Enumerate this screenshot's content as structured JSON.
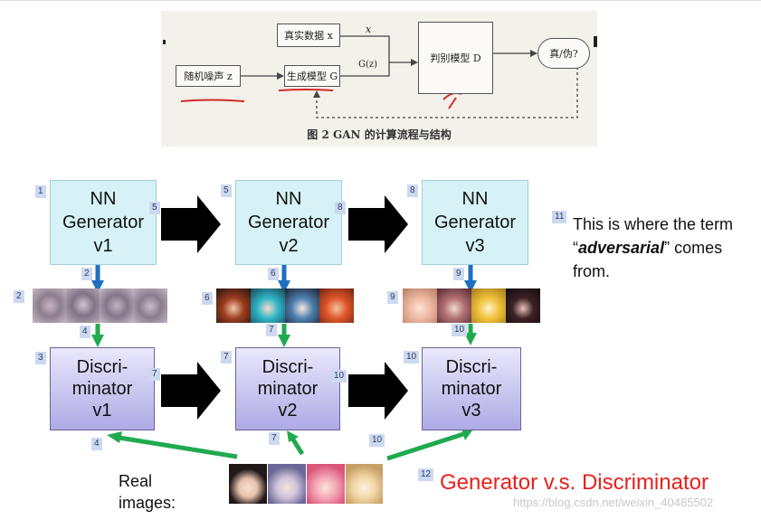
{
  "figure": {
    "real_data": "真实数据 x",
    "x_label": "x",
    "noise": "随机噪声 z",
    "generator": "生成模型 G",
    "gz": "G(z)",
    "discriminator": "判别模型 D",
    "output": "真/伪?",
    "caption": "图 2   GAN 的计算流程与结构"
  },
  "generators": [
    {
      "line1": "NN",
      "line2": "Generator",
      "line3": "v1"
    },
    {
      "line1": "NN",
      "line2": "Generator",
      "line3": "v2"
    },
    {
      "line1": "NN",
      "line2": "Generator",
      "line3": "v3"
    }
  ],
  "discriminators": [
    {
      "line1": "Discri-",
      "line2": "minator",
      "line3": "v1"
    },
    {
      "line1": "Discri-",
      "line2": "minator",
      "line3": "v2"
    },
    {
      "line1": "Discri-",
      "line2": "minator",
      "line3": "v3"
    }
  ],
  "step_numbers": {
    "g1": "1",
    "g1_right": "5",
    "g2": "5",
    "g2_right": "8",
    "g3": "8",
    "arrow_g1": "2",
    "imgs1": "2",
    "arrow_imgs1": "4",
    "arrow_g2": "6",
    "imgs2": "6",
    "arrow_imgs2": "7",
    "arrow_g3": "9",
    "imgs3": "9",
    "arrow_imgs3": "10",
    "d1": "3",
    "d1_right": "7",
    "d2": "7",
    "d2_right": "10",
    "d3": "10",
    "real_to_d1": "4",
    "real_to_d2": "7",
    "real_to_d3": "10",
    "note": "11",
    "title": "12"
  },
  "note": {
    "prefix": "This is where the term “",
    "bold": "adversarial",
    "suffix": "” comes from."
  },
  "real_images": {
    "line1": "Real",
    "line2": "images:"
  },
  "title": "Generator v.s. Discriminator",
  "watermark": "https://blog.csdn.net/weixin_40485502",
  "colors": {
    "generator_fill": "#d6f2f6",
    "discriminator_fill": "#aeaae6",
    "blue_arrow": "#1f6fc0",
    "green_arrow": "#1faa4f",
    "title_red": "#e8201c",
    "number_tag": "#cdd9f0"
  }
}
